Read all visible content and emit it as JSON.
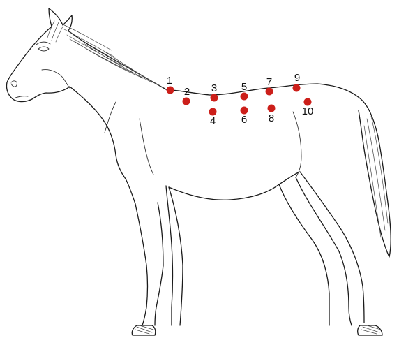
{
  "figure": {
    "subject": "horse-line-drawing",
    "marker_color": "#cc1f1a",
    "outline_color": "#1a1a1a"
  },
  "markers": [
    {
      "label": "1"
    },
    {
      "label": "2"
    },
    {
      "label": "3"
    },
    {
      "label": "4"
    },
    {
      "label": "5"
    },
    {
      "label": "6"
    },
    {
      "label": "7"
    },
    {
      "label": "8"
    },
    {
      "label": "9"
    },
    {
      "label": "10"
    }
  ]
}
